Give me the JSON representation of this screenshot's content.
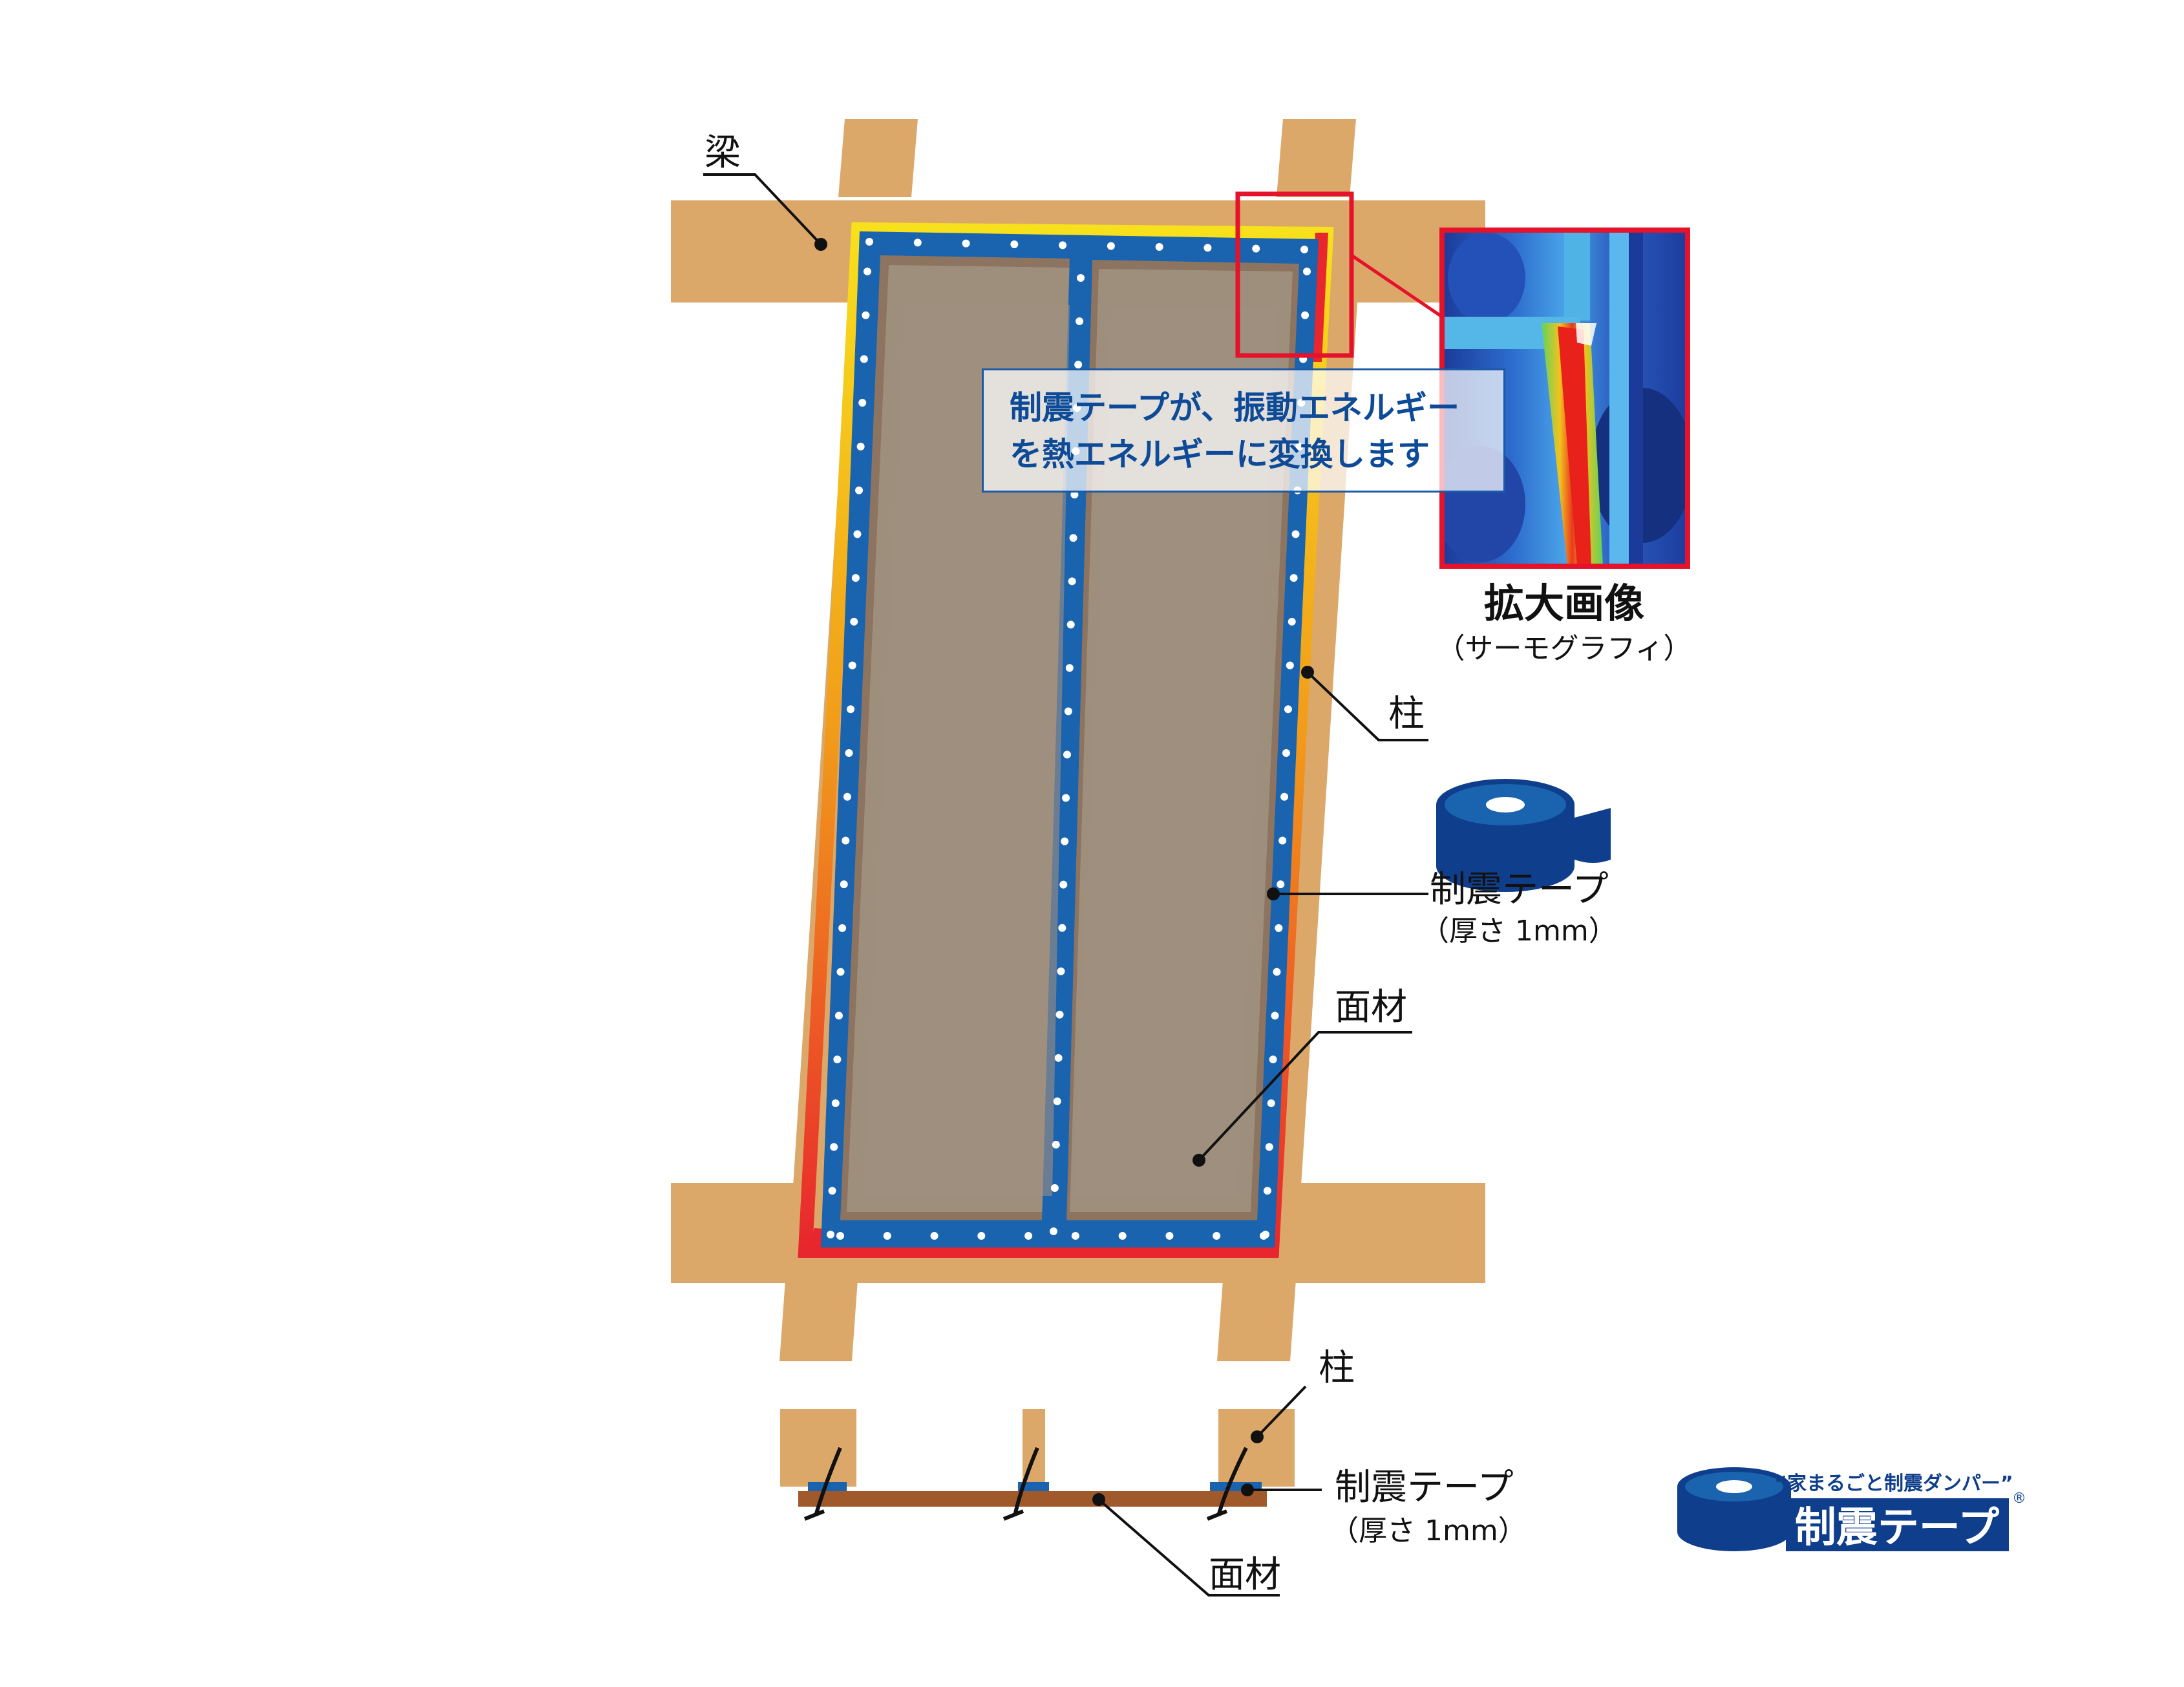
{
  "labels": {
    "beam": "梁",
    "column_upper": "柱",
    "tape_upper": "制震テープ",
    "tape_upper_note": "（厚さ 1mm）",
    "panel_upper": "面材",
    "column_lower": "柱",
    "tape_lower": "制震テープ",
    "tape_lower_note": "（厚さ 1mm）",
    "panel_lower": "面材"
  },
  "callout": {
    "line1": "制震テープが、振動エネルギー",
    "line2": "を熱エネルギーに変換します"
  },
  "thermo": {
    "title": "拡大画像",
    "subtitle": "（サーモグラフィ）"
  },
  "logo": {
    "tagline": "“家まるごと制震ダンパー”",
    "name": "制震テープ",
    "mark": "®"
  },
  "colors": {
    "wood": "#dca86a",
    "panel": "#9e8e7c",
    "tape": "#1a63ae",
    "heat": "#e8262d",
    "brand_navy": "#0f3f8c",
    "callout_text": "#0d4a97"
  }
}
